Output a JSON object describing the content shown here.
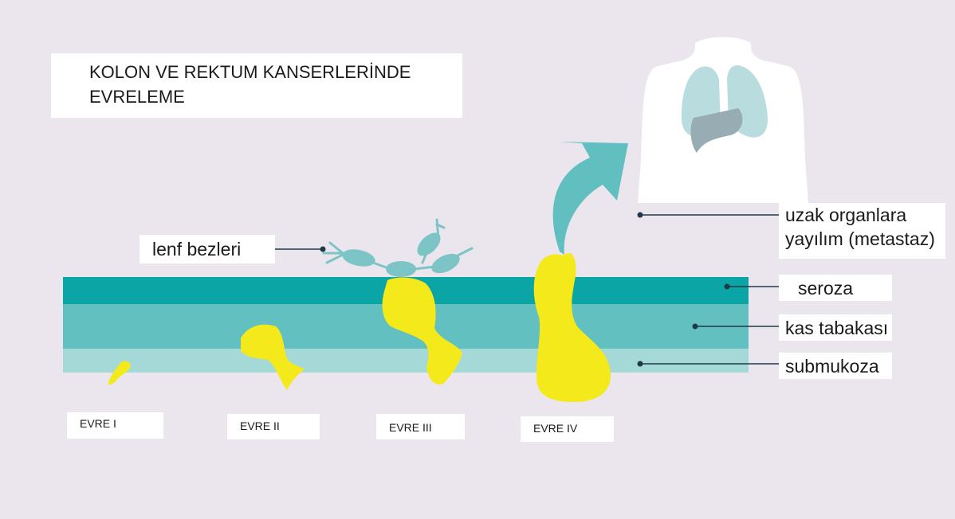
{
  "title": {
    "line1": "KOLON VE REKTUM KANSERLERİNDE",
    "line2": "EVRELEME"
  },
  "labels": {
    "lymph_nodes": "lenf bezleri",
    "metastasis_line1": "uzak organlara",
    "metastasis_line2": "yayılım (metastaz)",
    "serosa": "seroza",
    "muscle_layer": "kas tabakası",
    "submucosa": "submukoza"
  },
  "stages": [
    "EVRE I",
    "EVRE II",
    "EVRE III",
    "EVRE IV"
  ],
  "colors": {
    "background": "#ebe6ee",
    "serosa": "#0aa5a4",
    "muscle": "#62c0c0",
    "submucosa": "#a5d9d7",
    "tumor": "#f4e91a",
    "lymph": "#7cc4c5",
    "arrow": "#62bfc0",
    "body": "#ffffff",
    "lungs": "#b9dcde",
    "liver": "#98adb3",
    "pointer": "#1e3a46"
  }
}
